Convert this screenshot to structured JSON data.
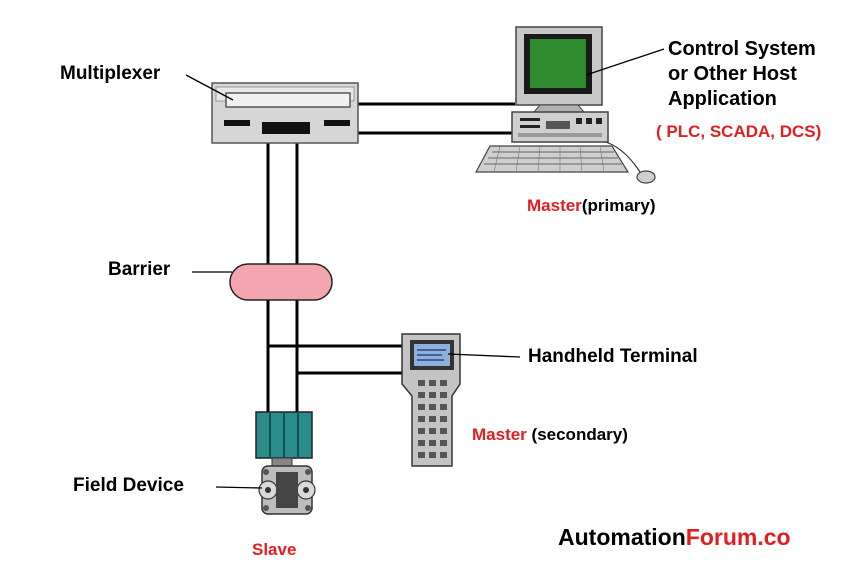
{
  "labels": {
    "multiplexer": "Multiplexer",
    "control_system_line1": "Control System",
    "control_system_line2": "or Other Host",
    "control_system_line3": "Application",
    "host_types": "( PLC, SCADA, DCS)",
    "master_primary_red": "Master",
    "master_primary_black": "(primary)",
    "barrier": "Barrier",
    "handheld_terminal": "Handheld Terminal",
    "master_secondary_red": "Master",
    "master_secondary_black": " (secondary)",
    "field_device": "Field Device",
    "slave": "Slave"
  },
  "brand": {
    "part1": "Automation",
    "part2": "Forum.co"
  },
  "colors": {
    "accent_red": "#e02020",
    "screen_green": "#2e8b2e",
    "barrier_pink": "#f4a6b0",
    "field_device_teal": "#2b8c8c",
    "wire": "#000000"
  }
}
